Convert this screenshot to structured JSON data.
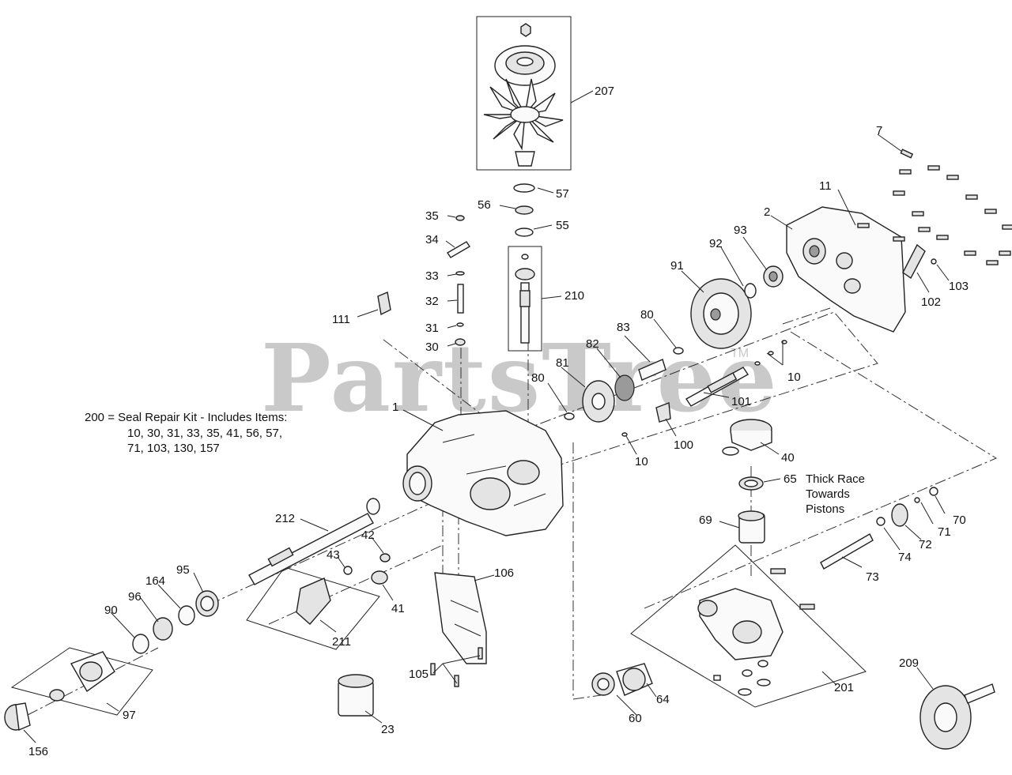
{
  "watermark": {
    "text": "PartsTree",
    "trademark": "TM"
  },
  "note": {
    "line1": "200 = Seal Repair Kit - Includes Items:",
    "line2": "10, 30, 31, 33, 35, 41, 56, 57,",
    "line3": "71, 103, 130, 157"
  },
  "annotation_65": {
    "line1": "Thick Race",
    "line2": "Towards",
    "line3": "Pistons"
  },
  "callouts": {
    "c207": "207",
    "c57": "57",
    "c56": "56",
    "c55": "55",
    "c210": "210",
    "c35": "35",
    "c34": "34",
    "c33": "33",
    "c32": "32",
    "c31": "31",
    "c30": "30",
    "c111": "111",
    "c1": "1",
    "c7": "7",
    "c11": "11",
    "c2": "2",
    "c93": "93",
    "c92": "92",
    "c91": "91",
    "c80a": "80",
    "c83": "83",
    "c82": "82",
    "c80b": "80",
    "c81": "81",
    "c10a": "10",
    "c101": "101",
    "c100": "100",
    "c10b": "10",
    "c40": "40",
    "c65": "65",
    "c103": "103",
    "c102": "102",
    "c70": "70",
    "c71": "71",
    "c72": "72",
    "c74": "74",
    "c73": "73",
    "c69": "69",
    "c212": "212",
    "c42": "42",
    "c43": "43",
    "c41": "41",
    "c95": "95",
    "c164": "164",
    "c96": "96",
    "c90": "90",
    "c211": "211",
    "c106": "106",
    "c105": "105",
    "c97": "97",
    "c156": "156",
    "c23": "23",
    "c60": "60",
    "c64": "64",
    "c201": "201",
    "c209": "209"
  }
}
